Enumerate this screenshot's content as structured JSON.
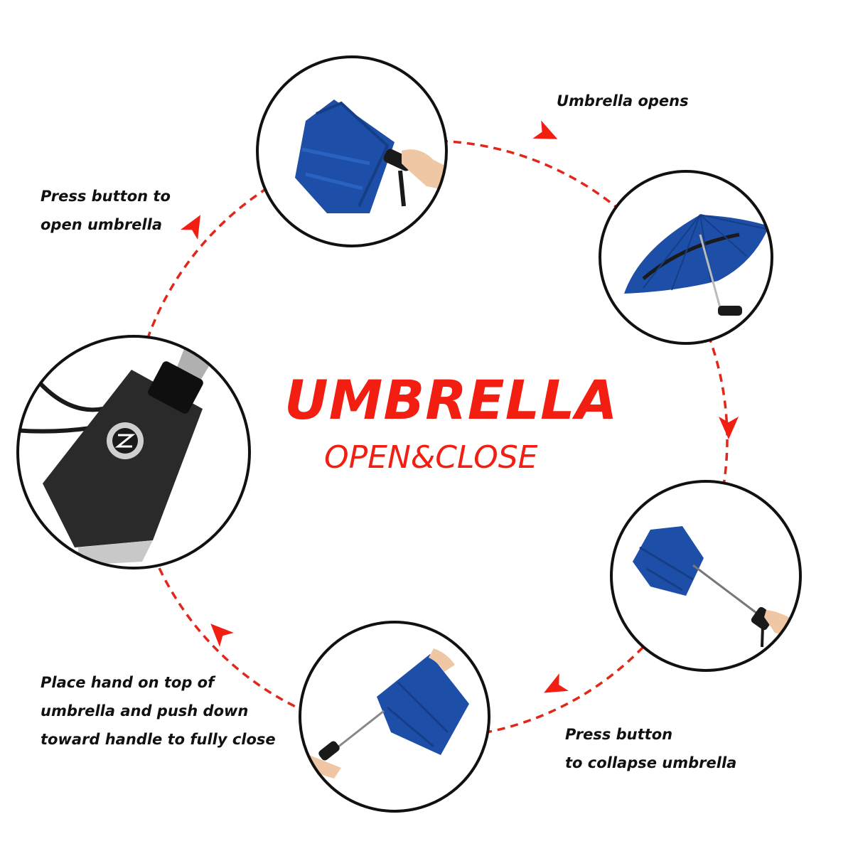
{
  "title": {
    "main": "UMBRELLA",
    "sub": "OPEN&CLOSE"
  },
  "steps": [
    {
      "id": "press-button-open",
      "caption": [
        "Press button to",
        "open umbrella"
      ],
      "image": "closed-umbrella-hand-press-icon"
    },
    {
      "id": "umbrella-opens",
      "caption": [
        "Umbrella opens"
      ],
      "image": "open-umbrella-icon"
    },
    {
      "id": "press-button-collapse",
      "caption": [
        "Press button",
        "to collapse  umbrella"
      ],
      "image": "collapsing-umbrella-hand-icon"
    },
    {
      "id": "push-down-close",
      "caption": [
        "Place hand on top  of",
        "umbrella  and push down",
        "toward handle to  fully close"
      ],
      "image": "pushing-closed-umbrella-icon"
    },
    {
      "id": "handle-button",
      "caption": [],
      "image": "handle-button-closeup-icon"
    }
  ],
  "colors": {
    "accent": "#f21e12",
    "umbrella_blue": "#1d4fa8",
    "handle_black": "#1a1a1a",
    "circle_border": "#111111"
  }
}
